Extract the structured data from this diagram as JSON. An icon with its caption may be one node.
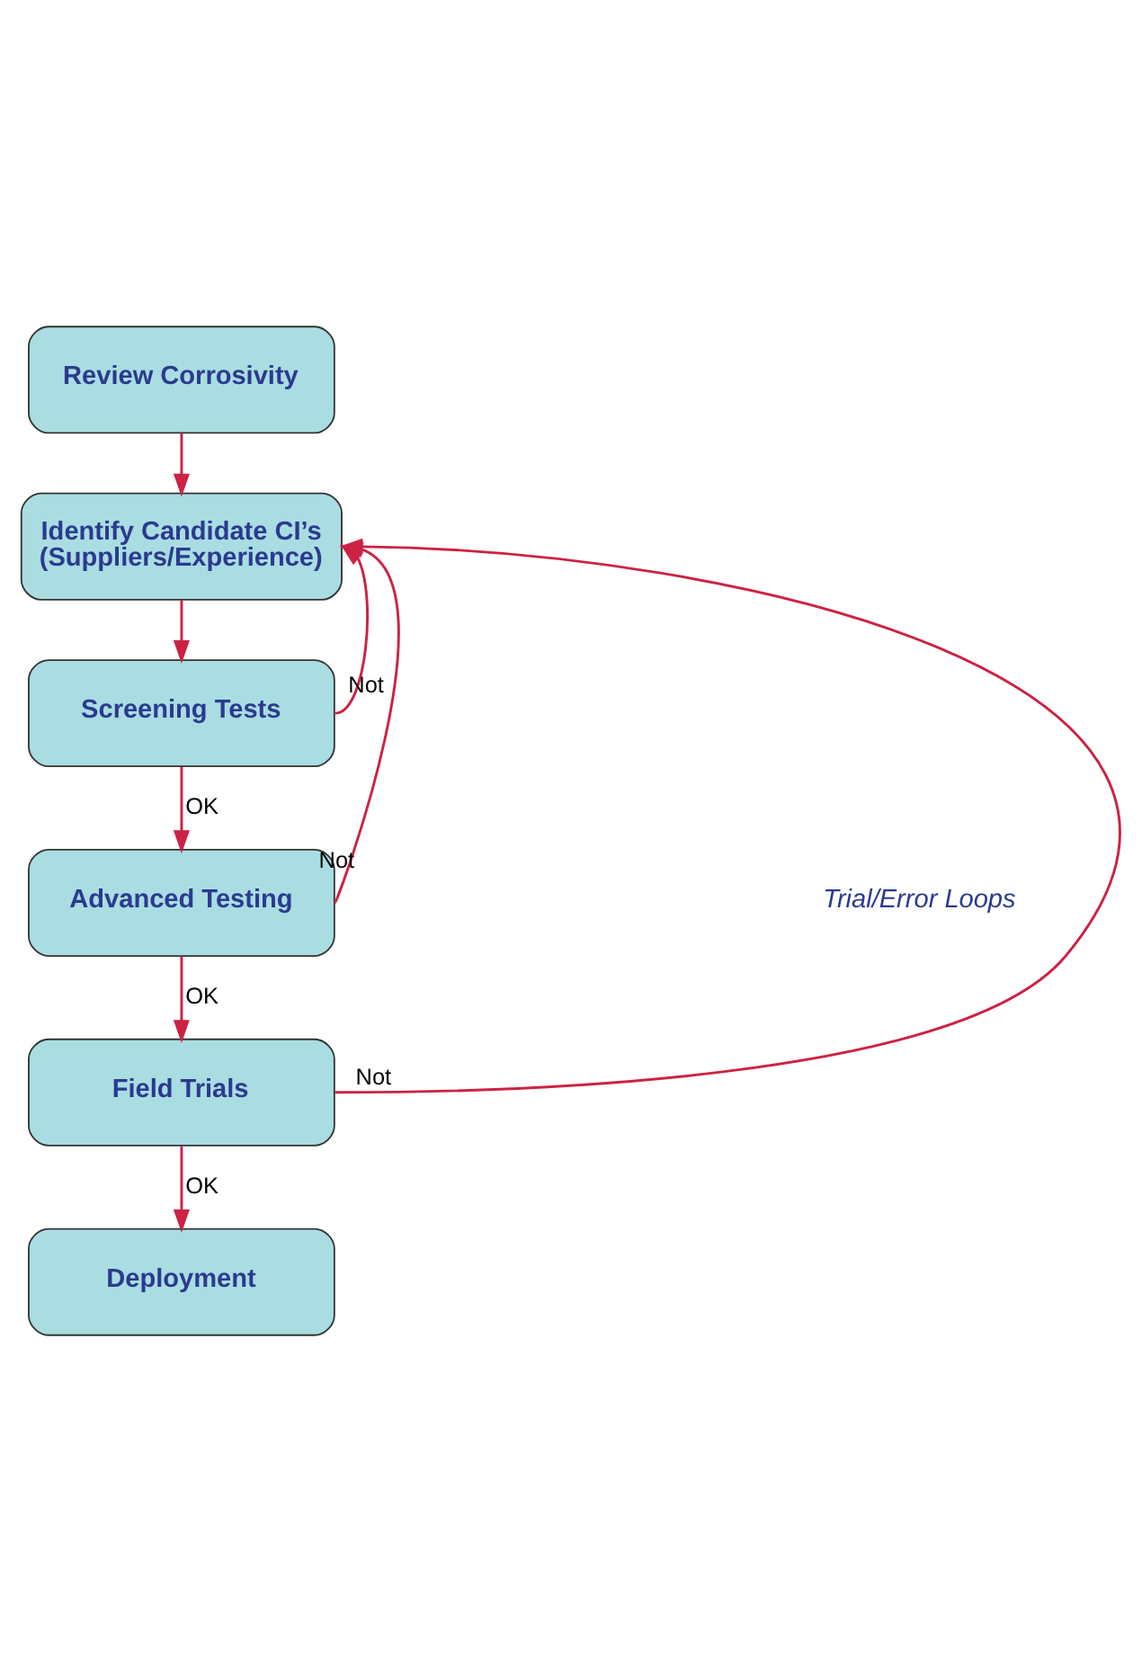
{
  "diagram": {
    "nodes": [
      {
        "text": [
          "Review Corrosivity"
        ]
      },
      {
        "text": [
          "Identify Candidate CI’s (Suppliers/Experience)"
        ]
      },
      {
        "text": [
          "Screening Tests"
        ]
      },
      {
        "text": [
          "Advanced Testing"
        ]
      },
      {
        "text": [
          "Field Trials"
        ]
      },
      {
        "text": [
          "Deployment"
        ]
      }
    ],
    "edges": [
      {
        "from": 0,
        "to": 1,
        "arrow": "to"
      },
      {
        "from": 1,
        "to": 2,
        "arrow": "to"
      },
      {
        "from": 2,
        "to": 3,
        "arrow": "to",
        "label": "OK"
      },
      {
        "from": 3,
        "to": 4,
        "arrow": "to",
        "label": "OK"
      },
      {
        "from": 4,
        "to": 5,
        "arrow": "to",
        "label": "OK"
      },
      {
        "from": 2,
        "to": 1,
        "arrow": "to",
        "label": "Not"
      },
      {
        "from": 3,
        "to": 1,
        "arrow": "to",
        "label": "Not"
      },
      {
        "from": 4,
        "to": 1,
        "arrow": "to",
        "label": "Not"
      }
    ],
    "labels": [
      "Trial/Error Loops"
    ]
  }
}
